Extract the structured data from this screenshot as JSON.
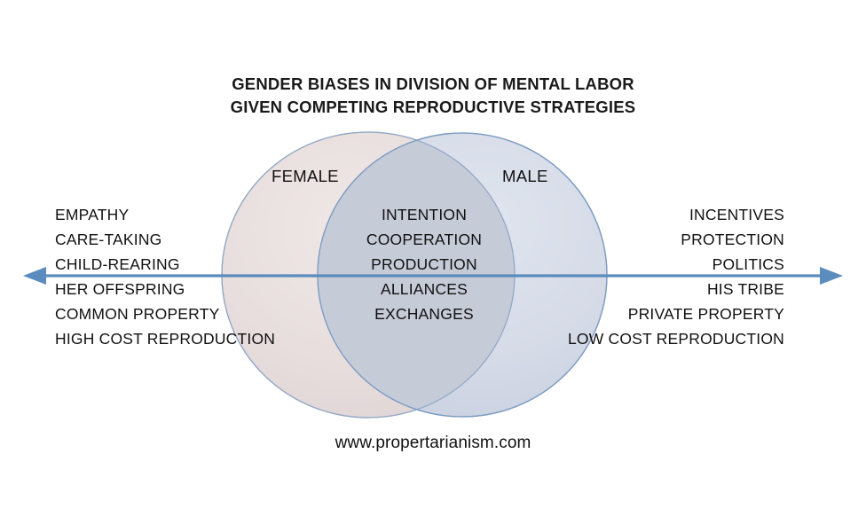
{
  "title": {
    "line1": "GENDER BIASES IN DIVISION OF MENTAL LABOR",
    "line2": "GIVEN COMPETING REPRODUCTIVE STRATEGIES"
  },
  "diagram": {
    "type": "venn",
    "female_circle": {
      "label": "FEMALE",
      "fill": "#e6dcdc",
      "stroke": "#8ea6c4"
    },
    "male_circle": {
      "label": "MALE",
      "fill": "#ced4e2",
      "stroke": "#7a9ac0"
    },
    "overlap": {
      "fill": "#c6cbd8"
    },
    "axis_arrow": {
      "color": "#5b8cbe",
      "direction": "double-headed-horizontal"
    }
  },
  "left_column": {
    "items": [
      "EMPATHY",
      "CARE-TAKING",
      "CHILD-REARING",
      "HER OFFSPRING",
      "COMMON PROPERTY",
      "HIGH COST REPRODUCTION"
    ]
  },
  "center_column": {
    "items": [
      "INTENTION",
      "COOPERATION",
      "PRODUCTION",
      "ALLIANCES",
      "EXCHANGES"
    ]
  },
  "right_column": {
    "items": [
      "INCENTIVES",
      "PROTECTION",
      "POLITICS",
      "HIS TRIBE",
      "PRIVATE PROPERTY",
      "LOW COST REPRODUCTION"
    ]
  },
  "footer": {
    "url": "www.propertarianism.com"
  }
}
